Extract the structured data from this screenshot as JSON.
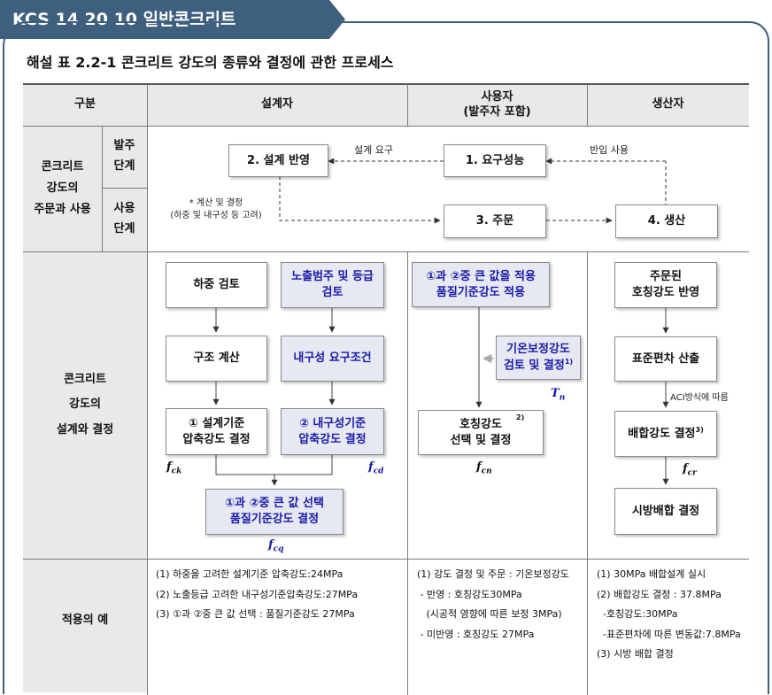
{
  "header": {
    "code_title": "KCS 14 20 10 일반콘크리트",
    "table_title": "해설 표 2.2-1 콘크리트 강도의 종류와 결정에 관한 프로세스"
  },
  "columns": {
    "category": "구분",
    "designer": "설계자",
    "user": "사용자\n(발주자 포함)",
    "producer": "생산자"
  },
  "rows": {
    "order_use": "콘크리트\n강도의\n주문과 사용",
    "order_stage": "발주\n단계",
    "use_stage": "사용\n단계",
    "design_decision": "콘크리트\n강도의\n설계와 결정",
    "examples": "적용의 예"
  },
  "order_flow": {
    "design_reflect": "2. 설계 반영",
    "required_perf": "1. 요구성능",
    "order": "3. 주문",
    "production": "4. 생산",
    "design_request": "설계 요구",
    "delivery_use": "반입 사용",
    "calc_note": "* 계산 및 결정\n(하중 및 내구성 등 고려)"
  },
  "designer_flow": {
    "load_review": "하중 검토",
    "exposure_review": "노출범주 및 등급\n검토",
    "structural_calc": "구조 계산",
    "durability_req": "내구성 요구조건",
    "design_strength_1": "① 설계기준\n압축강도 결정",
    "durability_strength_2": "② 내구성기준\n압축강도 결정",
    "quality_strength_select": "①과 ②중 큰 값 선택\n품질기준강도 결정",
    "sym_fck": "f",
    "sub_fck": "ck",
    "sym_fcd": "f",
    "sub_fcd": "cd",
    "sym_fcq": "f",
    "sub_fcq": "cq"
  },
  "user_flow": {
    "apply_larger": "①과 ②중 큰 값을 적용\n품질기준강도 적용",
    "temp_correction": "기온보정강도\n검토 및 결정",
    "temp_sup": "1)",
    "sym_tn": "T",
    "sub_tn": "n",
    "nominal_strength": "호칭강도\n선택 및 결정",
    "nominal_sup": "2)",
    "sym_fcn": "f",
    "sub_fcn": "cn"
  },
  "producer_flow": {
    "ordered_nominal": "주문된\n호칭강도 반영",
    "std_dev": "표준편차 산출",
    "aci_note": "ACI방식에 따름",
    "mix_strength": "배합강도 결정",
    "mix_sup": "3)",
    "trial_mix": "시방배합 결정",
    "sym_fcr": "f",
    "sub_fcr": "cr"
  },
  "examples": {
    "designer": [
      "(1) 하중을 고려한 설계기준 압축강도:24MPa",
      "(2) 노출등급 고려한 내구성기준압축강도:27MPa",
      "(3) ①과 ②중 큰 값 선택 : 품질기준강도 27MPa"
    ],
    "user": [
      "(1) 강도 결정 및 주문 : 기온보정강도",
      " - 반영 : 호칭강도30MPa",
      "   (시공적 영향에 따른 보정 3MPa)",
      " - 미반영 : 호칭강도 27MPa"
    ],
    "producer": [
      "(1) 30MPa 배합설계 실시",
      "(2) 배합강도 결정 : 37.8MPa",
      "  -호칭강도:30MPa",
      "  -표준편차에 따른 변동값:7.8MPa",
      "(3) 시방 배합 결정"
    ]
  },
  "colors": {
    "banner": "#3f5f7f",
    "header_band": "#e9e9e9",
    "blue_box_fill": "#e6e9f2",
    "blue_text": "#1a1aa8"
  }
}
